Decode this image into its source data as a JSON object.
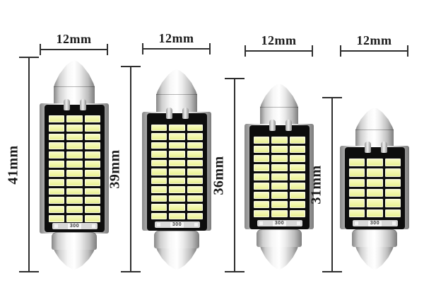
{
  "colors": {
    "background": "#ffffff",
    "dimension_line": "#2e2e2e",
    "label_text": "#1a1a1a",
    "led_chip": "#eef49f",
    "led_chip_border": "#fafbe8",
    "pcb_black": "#0d0d0d",
    "metal_highlight": "#ffffff",
    "metal_shadow": "#7d7d7d"
  },
  "bulbs": [
    {
      "id": "festoon-41mm",
      "width_label": "12mm",
      "height_label": "41mm",
      "led_grid": {
        "rows": 12,
        "cols": 3
      },
      "marking": "300"
    },
    {
      "id": "festoon-39mm",
      "width_label": "12mm",
      "height_label": "39mm",
      "led_grid": {
        "rows": 11,
        "cols": 3
      },
      "marking": "300"
    },
    {
      "id": "festoon-36mm",
      "width_label": "12mm",
      "height_label": "36mm",
      "led_grid": {
        "rows": 9,
        "cols": 3
      },
      "marking": "300"
    },
    {
      "id": "festoon-31mm",
      "width_label": "12mm",
      "height_label": "31mm",
      "led_grid": {
        "rows": 6,
        "cols": 3
      },
      "marking": "300"
    }
  ]
}
